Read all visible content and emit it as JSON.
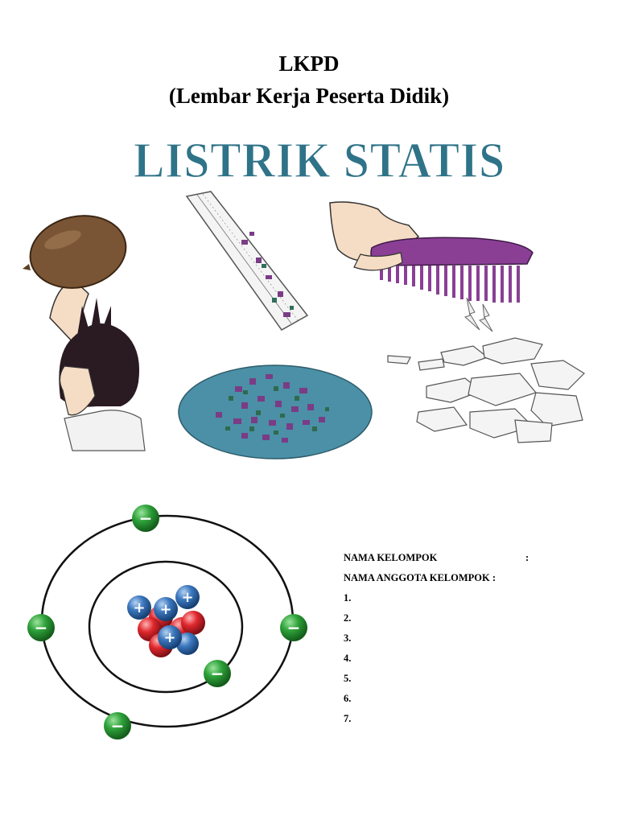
{
  "header": {
    "title": "LKPD",
    "subtitle": "(Lembar Kerja Peserta Didik)"
  },
  "banner": {
    "text": "LISTRIK STATIS",
    "color": "#2f7388"
  },
  "illustrations": [
    "balloon-hair-icon",
    "ruler-paper-icon",
    "comb-hand-icon",
    "paper-bits-plate-icon",
    "paper-pieces-icon"
  ],
  "atom": {
    "proton_symbol": "+",
    "electron_symbol": "−",
    "electron_color": "#1f8a2a",
    "proton_color": "#2f69b0",
    "neutron_color": "#d8262b"
  },
  "form": {
    "group_name_label": "NAMA KELOMPOK",
    "members_label": "NAMA ANGGOTA KELOMPOK :",
    "colon": ":",
    "member_numbers": [
      "1.",
      "2.",
      "3.",
      "4.",
      "5.",
      "6.",
      "7."
    ]
  }
}
